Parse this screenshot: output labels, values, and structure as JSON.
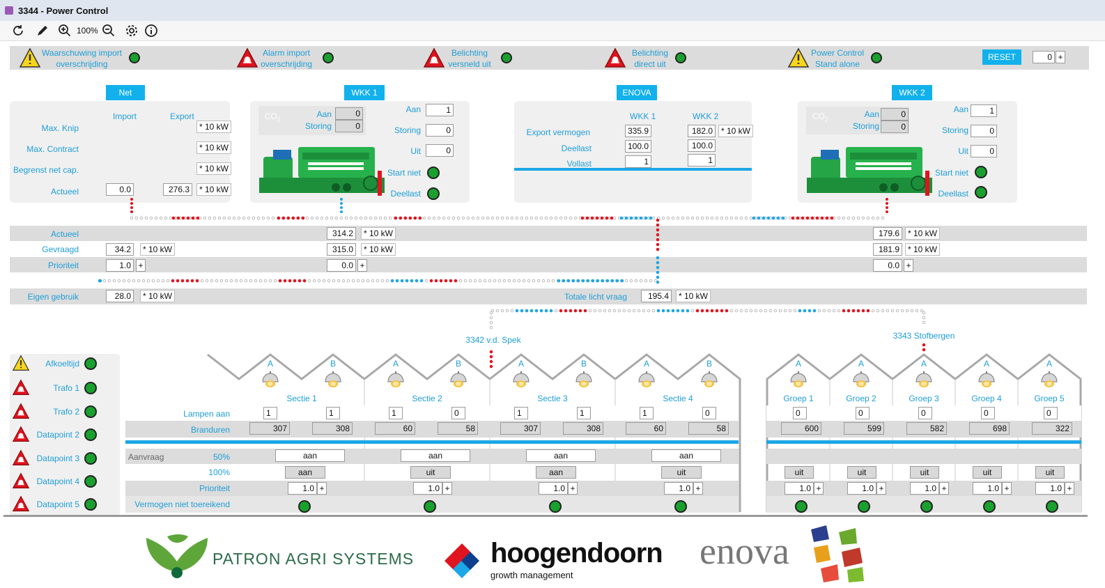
{
  "window": {
    "title": "3344 - Power Control",
    "zoom": "100%"
  },
  "alarms": [
    {
      "line1": "Waarschuwing import",
      "line2": "overschrijding",
      "icon": "warning-icon"
    },
    {
      "line1": "Alarm import",
      "line2": "overschrijding",
      "icon": "alarm-icon"
    },
    {
      "line1": "Belichting",
      "line2": "versneld uit",
      "icon": "alarm-icon"
    },
    {
      "line1": "Belichting",
      "line2": "direct uit",
      "icon": "alarm-icon"
    },
    {
      "line1": "Power Control",
      "line2": "Stand alone",
      "icon": "warning-icon"
    }
  ],
  "reset": {
    "label": "RESET",
    "value": "0",
    "plus": "+"
  },
  "net": {
    "title": "Net",
    "col_import": "Import",
    "col_export": "Export",
    "rows": [
      {
        "label": "Max. Knip",
        "unit": "* 10 kW"
      },
      {
        "label": "Max. Contract",
        "unit": "* 10 kW"
      },
      {
        "label": "Begrenst net cap.",
        "unit": "* 10 kW"
      },
      {
        "label": "Actueel",
        "import": "0.0",
        "export": "276.3",
        "unit": "* 10 kW"
      }
    ]
  },
  "wkk1": {
    "title": "WKK 1",
    "co2": "CO",
    "co2_sub": "2",
    "co2_aan_label": "Aan",
    "co2_aan": "0",
    "co2_storing_label": "Storing",
    "co2_storing": "0",
    "aan_label": "Aan",
    "aan": "1",
    "storing_label": "Storing",
    "storing": "0",
    "uit_label": "Uit",
    "uit": "0",
    "start_niet": "Start niet",
    "deellast": "Deellast"
  },
  "wkk2": {
    "title": "WKK 2",
    "co2": "CO",
    "co2_sub": "2",
    "co2_aan_label": "Aan",
    "co2_aan": "0",
    "co2_storing_label": "Storing",
    "co2_storing": "0",
    "aan_label": "Aan",
    "aan": "1",
    "storing_label": "Storing",
    "storing": "0",
    "uit_label": "Uit",
    "uit": "0",
    "start_niet": "Start niet",
    "deellast": "Deellast"
  },
  "enova": {
    "title": "ENOVA",
    "col1": "WKK 1",
    "col2": "WKK 2",
    "export_label": "Export vermogen",
    "export1": "335.9",
    "export2": "182.0",
    "unit": "* 10 kW",
    "deellast_label": "Deellast",
    "deellast1": "100.0",
    "deellast2": "100.0",
    "vollast_label": "Vollast",
    "vollast1": "1",
    "vollast2": "1"
  },
  "mid": {
    "actueel_label": "Actueel",
    "gevraagd_label": "Gevraagd",
    "prioriteit_label": "Prioriteit",
    "net_gevraagd": "34.2",
    "net_prio": "1.0",
    "wkk1_actueel": "314.2",
    "wkk1_gevraagd": "315.0",
    "wkk1_prio": "0.0",
    "wkk2_actueel": "179.6",
    "wkk2_gevraagd": "181.9",
    "wkk2_prio": "0.0",
    "unit": "* 10 kW",
    "plus": "+",
    "eigen_label": "Eigen gebruik",
    "eigen": "28.0",
    "licht_label": "Totale licht vraag",
    "licht": "195.4"
  },
  "sites": {
    "left": "3342 v.d. Spek",
    "right": "3343 Stofbergen"
  },
  "status_list": [
    {
      "label": "Afkoeltijd",
      "icon": "warning-icon"
    },
    {
      "label": "Trafo 1",
      "icon": "alarm-icon"
    },
    {
      "label": "Trafo 2",
      "icon": "alarm-icon"
    },
    {
      "label": "Datapoint 2",
      "icon": "alarm-icon"
    },
    {
      "label": "Datapoint 3",
      "icon": "alarm-icon"
    },
    {
      "label": "Datapoint 4",
      "icon": "alarm-icon"
    },
    {
      "label": "Datapoint 5",
      "icon": "alarm-icon"
    }
  ],
  "row_labels": {
    "lampen": "Lampen aan",
    "branduren": "Branduren",
    "aanvraag": "Aanvraag",
    "p50": "50%",
    "p100": "100%",
    "prioriteit": "Prioriteit",
    "vermogen": "Vermogen niet toereikend"
  },
  "lamp_letters": {
    "a": "A",
    "b": "B"
  },
  "sections": [
    {
      "name": "Sectie 1",
      "lamp_a": "1",
      "lamp_b": "1",
      "bu_a": "307",
      "bu_b": "308",
      "a50": "aan",
      "a100": "aan",
      "prio": "1.0"
    },
    {
      "name": "Sectie 2",
      "lamp_a": "1",
      "lamp_b": "0",
      "bu_a": "60",
      "bu_b": "58",
      "a50": "aan",
      "a100": "uit",
      "prio": "1.0"
    },
    {
      "name": "Sectie 3",
      "lamp_a": "1",
      "lamp_b": "1",
      "bu_a": "307",
      "bu_b": "308",
      "a50": "aan",
      "a100": "aan",
      "prio": "1.0"
    },
    {
      "name": "Sectie 4",
      "lamp_a": "1",
      "lamp_b": "0",
      "bu_a": "60",
      "bu_b": "58",
      "a50": "aan",
      "a100": "uit",
      "prio": "1.0"
    }
  ],
  "groups": [
    {
      "name": "Groep 1",
      "lamp": "0",
      "bu": "600",
      "a100": "uit",
      "prio": "1.0"
    },
    {
      "name": "Groep 2",
      "lamp": "0",
      "bu": "599",
      "a100": "uit",
      "prio": "1.0"
    },
    {
      "name": "Groep 3",
      "lamp": "0",
      "bu": "582",
      "a100": "uit",
      "prio": "1.0"
    },
    {
      "name": "Groep 4",
      "lamp": "0",
      "bu": "698",
      "a100": "uit",
      "prio": "1.0"
    },
    {
      "name": "Groep 5",
      "lamp": "0",
      "bu": "322",
      "a100": "uit",
      "prio": "1.0"
    }
  ],
  "logos": {
    "patron": "PATRON AGRI SYSTEMS",
    "hoog": "hoogendoorn",
    "hoog_sub": "growth management",
    "enova": "enova"
  },
  "colors": {
    "accent": "#1e9ed8",
    "button": "#12b1ec",
    "led": "#1aa02e",
    "flow_red": "#e0141e",
    "flow_blue": "#1ca7e6"
  }
}
